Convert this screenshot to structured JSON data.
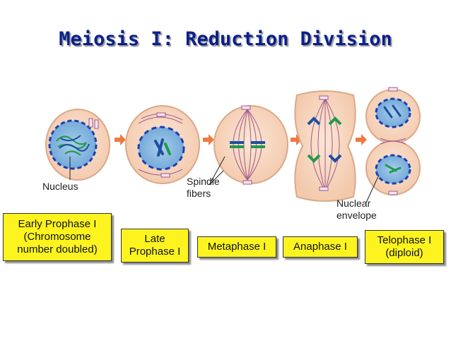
{
  "title": "Meiosis I: Reduction Division",
  "labels": {
    "nucleus": "Nucleus",
    "spindle_1": "Spindle",
    "spindle_2": "fibers",
    "nuclear_1": "Nuclear",
    "nuclear_2": "envelope"
  },
  "stages": [
    {
      "line1": "Early Prophase I",
      "line2": "(Chromosome",
      "line3": "number doubled)"
    },
    {
      "line1": "Late",
      "line2": "Prophase I"
    },
    {
      "line1": "Metaphase I"
    },
    {
      "line1": "Anaphase I"
    },
    {
      "line1": "Telophase I",
      "line2": "(diploid)"
    }
  ],
  "colors": {
    "title": "#0b1f8c",
    "cell_fill": "#f8dcc6",
    "cell_edge": "#d9a98a",
    "nucleus_fill": "#7fb2dd",
    "envelope": "#1f3fb0",
    "chromosome_blue": "#1e4fa0",
    "chromosome_green": "#1f9a4a",
    "spindle": "#a05a8a",
    "arrow": "#f07840",
    "label_bg": "#fdf41f"
  }
}
